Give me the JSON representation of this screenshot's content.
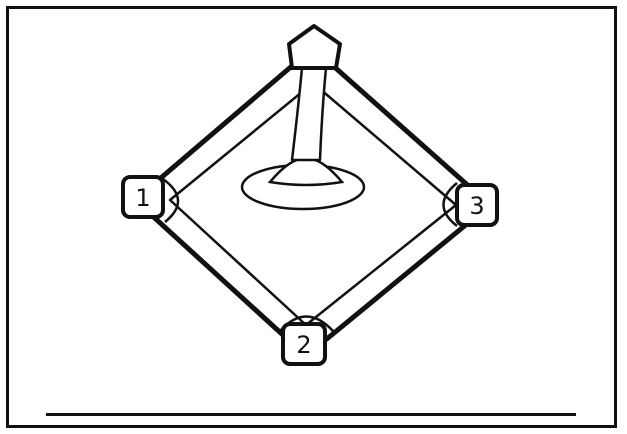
{
  "diagram": {
    "bases": [
      {
        "id": "first",
        "label": "1"
      },
      {
        "id": "second",
        "label": "2"
      },
      {
        "id": "third",
        "label": "3"
      }
    ],
    "home_plate": {
      "label": ""
    },
    "answer_line": {
      "text": ""
    }
  },
  "colors": {
    "ink": "#111111",
    "paper": "#ffffff"
  }
}
